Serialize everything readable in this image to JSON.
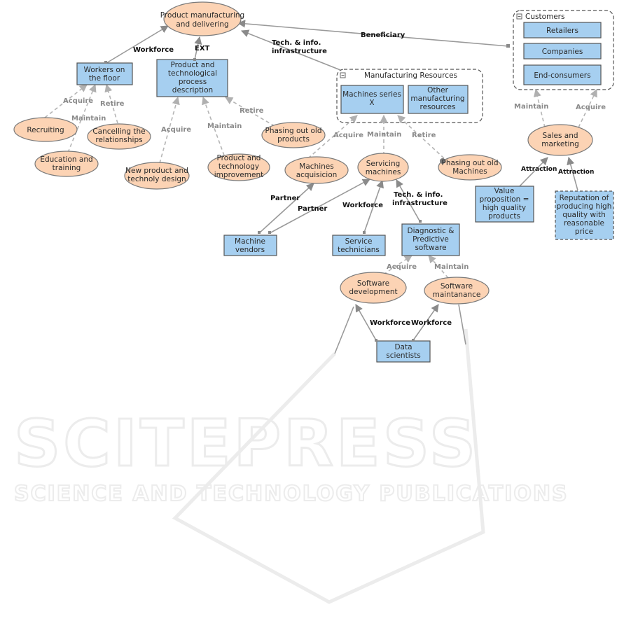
{
  "watermark": {
    "main": "SCITEPRESS",
    "sub": "SCIENCE AND TECHNOLOGY PUBLICATIONS"
  },
  "groups": {
    "customers": {
      "title": "Customers"
    },
    "manufacturing_resources": {
      "title": "Manufacturing Resources"
    }
  },
  "nodes": {
    "product_manufacturing": [
      "Product manufacturing",
      "and delivering"
    ],
    "workers_floor": [
      "Workers on",
      "the floor"
    ],
    "product_tech_desc": [
      "Product and",
      "technological",
      "process",
      "description"
    ],
    "recruiting": [
      "Recruiting"
    ],
    "education_training": [
      "Education and",
      "training"
    ],
    "cancelling": [
      "Cancelling the",
      "relationships"
    ],
    "new_product_design": [
      "New product and",
      "technoly design"
    ],
    "product_tech_improvement": [
      "Product and",
      "technology",
      "improvement"
    ],
    "phasing_out_products": [
      "Phasing out old",
      "products"
    ],
    "machines_series": [
      "Machines series",
      "X"
    ],
    "other_resources": [
      "Other",
      "manufacturing",
      "resources"
    ],
    "machines_acquisicion": [
      "Machines",
      "acquisicion"
    ],
    "servicing_machines": [
      "Servicing",
      "machines"
    ],
    "phasing_out_machines": [
      "Phasing out old",
      "Machines"
    ],
    "machine_vendors": [
      "Machine",
      "vendors"
    ],
    "service_technicians": [
      "Service",
      "technicians"
    ],
    "diagnostic_software": [
      "Diagnostic &",
      "Predictive",
      "software"
    ],
    "software_development": [
      "Software",
      "development"
    ],
    "software_maintanance": [
      "Software",
      "maintanance"
    ],
    "data_scientists": [
      "Data",
      "scientists"
    ],
    "retailers": [
      "Retailers"
    ],
    "companies": [
      "Companies"
    ],
    "end_consumers": [
      "End-consumers"
    ],
    "sales_marketing": [
      "Sales and",
      "marketing"
    ],
    "value_proposition": [
      "Value",
      "proposition =",
      "high quality",
      "products"
    ],
    "reputation": [
      "Reputation of",
      "producing high",
      "quality with",
      "reasonable",
      "price"
    ]
  },
  "edge_labels": {
    "workforce_top": [
      "Workforce"
    ],
    "ext": [
      "EXT"
    ],
    "tech_info_top": [
      "Tech. & info.",
      "infrastructure"
    ],
    "beneficiary": [
      "Beneficiary"
    ],
    "acquire_workers": [
      "Acquire"
    ],
    "maintain_workers": [
      "Maintain"
    ],
    "retire_workers": [
      "Retire"
    ],
    "acquire_desc": [
      "Acquire"
    ],
    "maintain_desc": [
      "Maintain"
    ],
    "retire_desc": [
      "Retire"
    ],
    "acquire_machines": [
      "Acquire"
    ],
    "maintain_machines": [
      "Maintain"
    ],
    "retire_machines": [
      "Retire"
    ],
    "partner_1": [
      "Partner"
    ],
    "partner_2": [
      "Partner"
    ],
    "workforce_tech": [
      "Workforce"
    ],
    "tech_info_mid": [
      "Tech. & info.",
      "infrastructure"
    ],
    "acquire_software": [
      "Acquire"
    ],
    "maintain_software": [
      "Maintain"
    ],
    "workforce_dev": [
      "Workforce"
    ],
    "workforce_maint": [
      "Workforce"
    ],
    "maintain_customers": [
      "Maintain"
    ],
    "acquire_customers": [
      "Acquire"
    ],
    "attraction_1": [
      "Attraction"
    ],
    "attraction_2": [
      "Attraction"
    ]
  }
}
